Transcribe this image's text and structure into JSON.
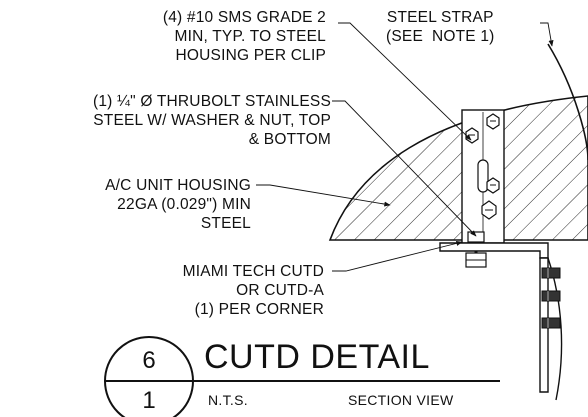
{
  "notes": {
    "screws": "(4) #10 SMS GRADE 2\nMIN, TYP. TO STEEL\nHOUSING PER CLIP",
    "strap": "STEEL STRAP\n(SEE  NOTE 1)",
    "thrubolt": "(1) ¼\" Ø THRUBOLT STAINLESS\nSTEEL W/ WASHER & NUT, TOP\n& BOTTOM",
    "housing": "A/C UNIT HOUSING\n22GA (0.029\") MIN\nSTEEL",
    "cutd": "MIAMI TECH CUTD\nOR CUTD-A\n(1) PER CORNER"
  },
  "title_block": {
    "detail_number": "6",
    "sheet_number": "1",
    "title": "CUTD DETAIL",
    "scale": "N.T.S.",
    "view": "SECTION VIEW"
  },
  "colors": {
    "ink": "#111111",
    "paper": "#ffffff"
  }
}
